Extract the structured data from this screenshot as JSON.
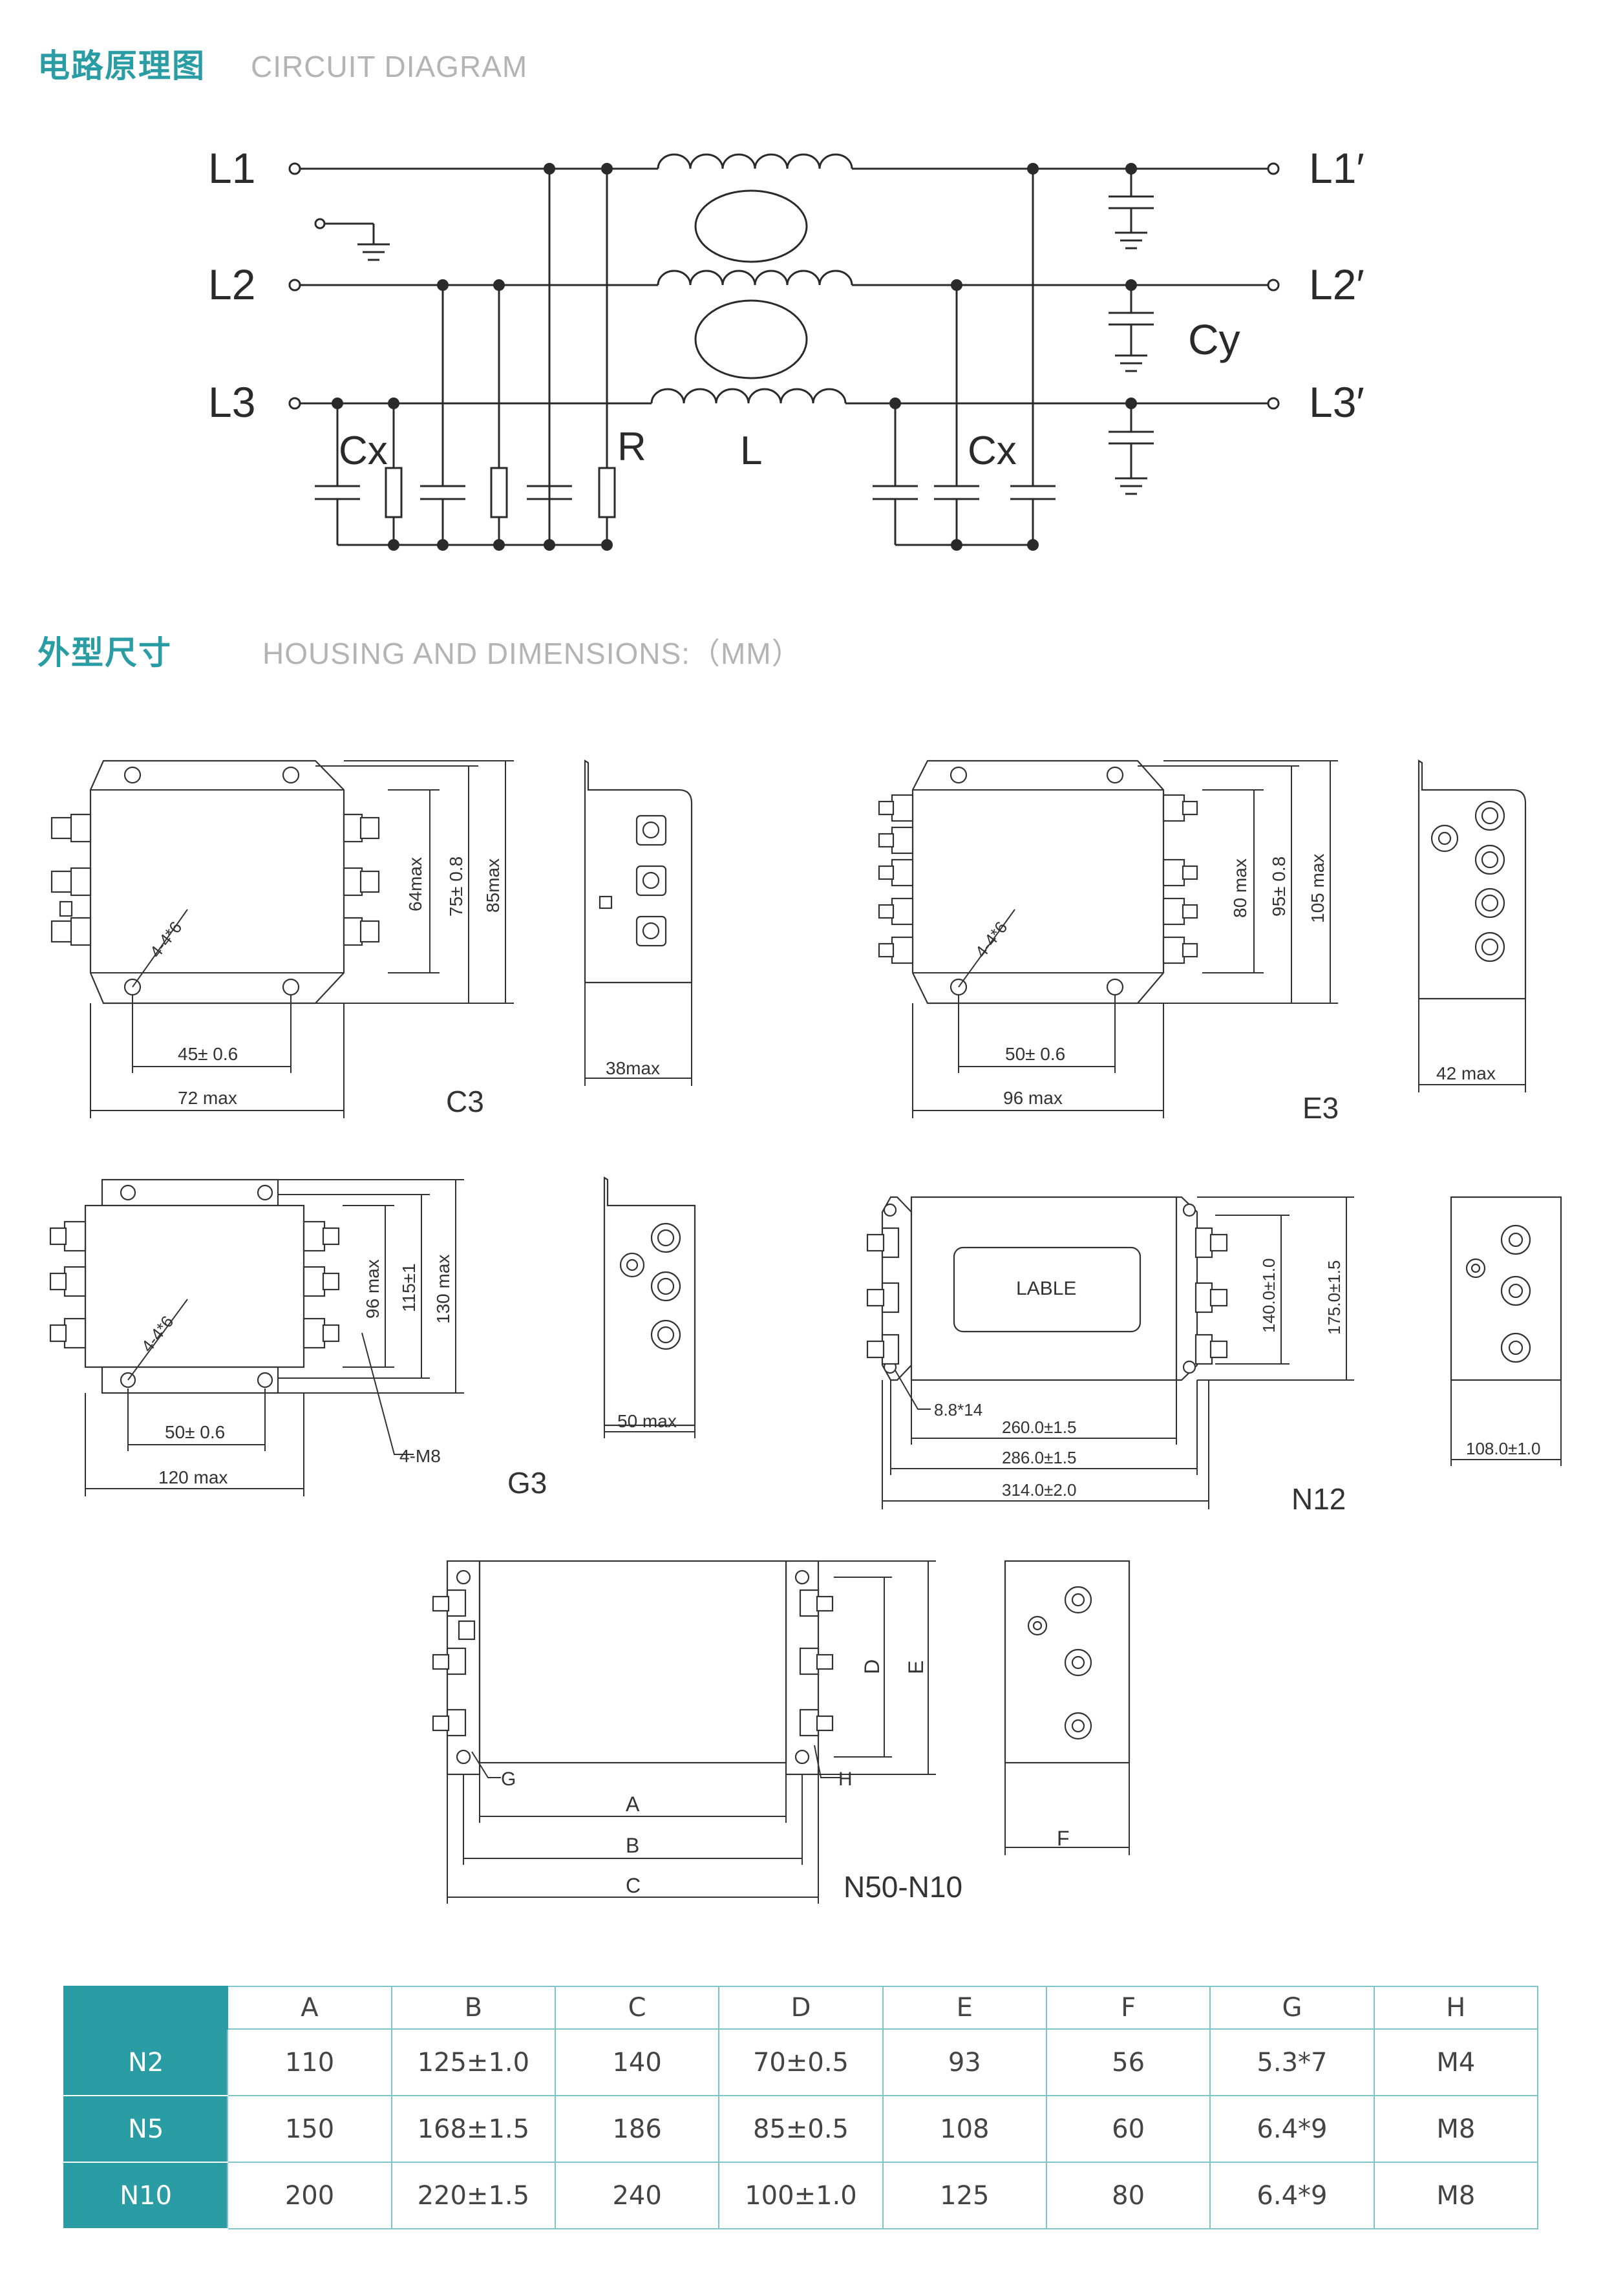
{
  "section_circuit": {
    "title_cn": "电路原理图",
    "title_en": "CIRCUIT DIAGRAM"
  },
  "section_housing": {
    "title_cn": "外型尺寸",
    "title_en": "HOUSING AND DIMENSIONS:（MM）"
  },
  "circuit": {
    "inputs": [
      "L1",
      "L2",
      "L3"
    ],
    "outputs": [
      "L1′",
      "L2′",
      "L3′"
    ],
    "labels": {
      "cx_left": "Cx",
      "r": "R",
      "l": "L",
      "cx_right": "Cx",
      "cy": "Cy"
    }
  },
  "c3": {
    "model": "C3",
    "d1": "45± 0.6",
    "d2": "72 max",
    "d3": "64max",
    "d4": "75± 0.8",
    "d5": "85max",
    "d6": "38max",
    "hole": "4-4*6"
  },
  "e3": {
    "model": "E3",
    "d1": "50± 0.6",
    "d2": "96 max",
    "d3": "80 max",
    "d4": "95± 0.8",
    "d5": "105 max",
    "d6": "42 max",
    "hole": "4-4*6"
  },
  "g3": {
    "model": "G3",
    "d1": "50± 0.6",
    "d2": "120 max",
    "d3": "96 max",
    "d4": "115±1",
    "d5": "130 max",
    "d6": "50 max",
    "hole": "4-4*6",
    "thread": "4-M8"
  },
  "n12": {
    "model": "N12",
    "label": "LABLE",
    "hole": "8.8*14",
    "d1": "260.0±1.5",
    "d2": "286.0±1.5",
    "d3": "314.0±2.0",
    "d4": "140.0±1.0",
    "d5": "175.0±1.5",
    "d6": "108.0±1.0"
  },
  "n50": {
    "model": "N50-N10",
    "a": "A",
    "b": "B",
    "c": "C",
    "d": "D",
    "e": "E",
    "f": "F",
    "g": "G",
    "h": "H"
  },
  "table": {
    "headers": [
      "A",
      "B",
      "C",
      "D",
      "E",
      "F",
      "G",
      "H"
    ],
    "rows": [
      {
        "model": "N2",
        "values": [
          "110",
          "125±1.0",
          "140",
          "70±0.5",
          "93",
          "56",
          "5.3*7",
          "M4"
        ]
      },
      {
        "model": "N5",
        "values": [
          "150",
          "168±1.5",
          "186",
          "85±0.5",
          "108",
          "60",
          "6.4*9",
          "M8"
        ]
      },
      {
        "model": "N10",
        "values": [
          "200",
          "220±1.5",
          "240",
          "100±1.0",
          "125",
          "80",
          "6.4*9",
          "M8"
        ]
      }
    ]
  }
}
